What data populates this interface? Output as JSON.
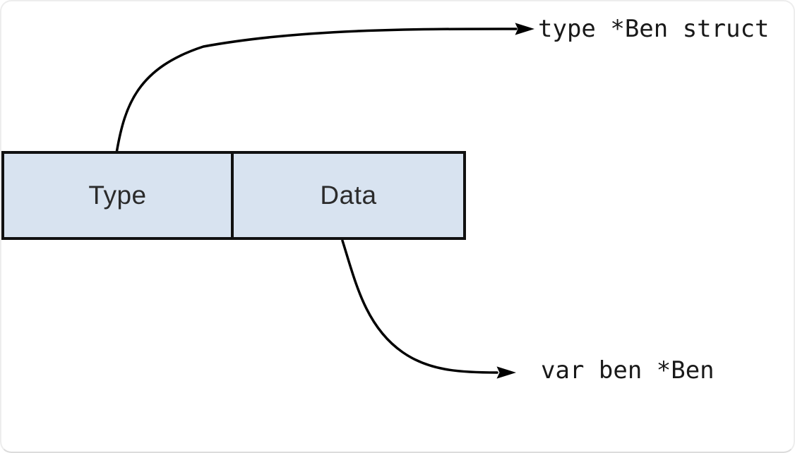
{
  "diagram": {
    "title_hint": "interface value layout",
    "box": {
      "fill_color": "#d8e3f0",
      "border_color": "#111111",
      "cells": [
        {
          "label": "Type"
        },
        {
          "label": "Data"
        }
      ]
    },
    "annotations": [
      {
        "text": "type *Ben struct",
        "points_from": "Type"
      },
      {
        "text": "var ben *Ben",
        "points_from": "Data"
      }
    ],
    "arrow_color": "#000000",
    "text_color": "#191919",
    "card_border_color": "#ededed"
  }
}
